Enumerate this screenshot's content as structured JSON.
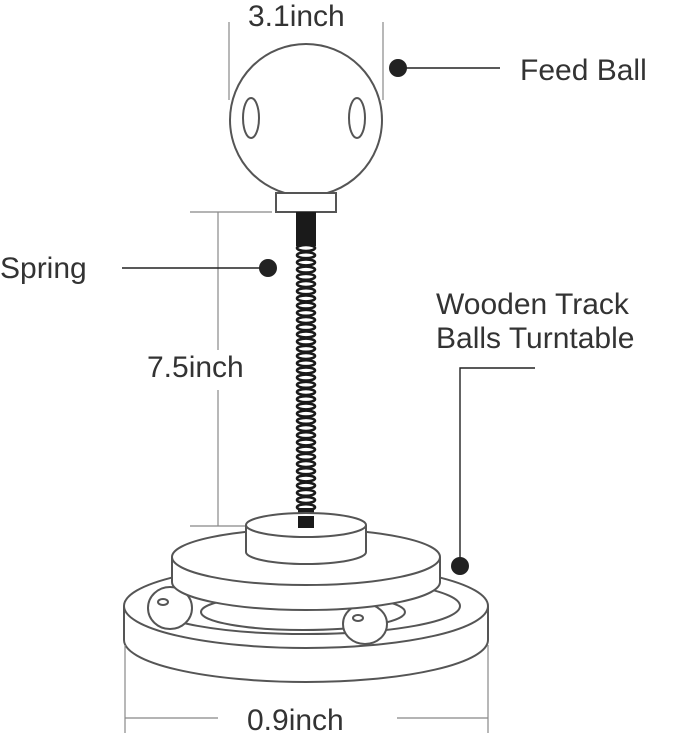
{
  "labels": {
    "width_top": "3.1inch",
    "feed_ball": "Feed Ball",
    "spring": "Spring",
    "height": "7.5inch",
    "turntable_line1": "Wooden Track",
    "turntable_line2": "Balls Turntable",
    "width_bottom": "0.9inch"
  },
  "colors": {
    "outline": "#555555",
    "dot": "#222222",
    "spring": "#1a1a1a",
    "text": "#333333"
  }
}
